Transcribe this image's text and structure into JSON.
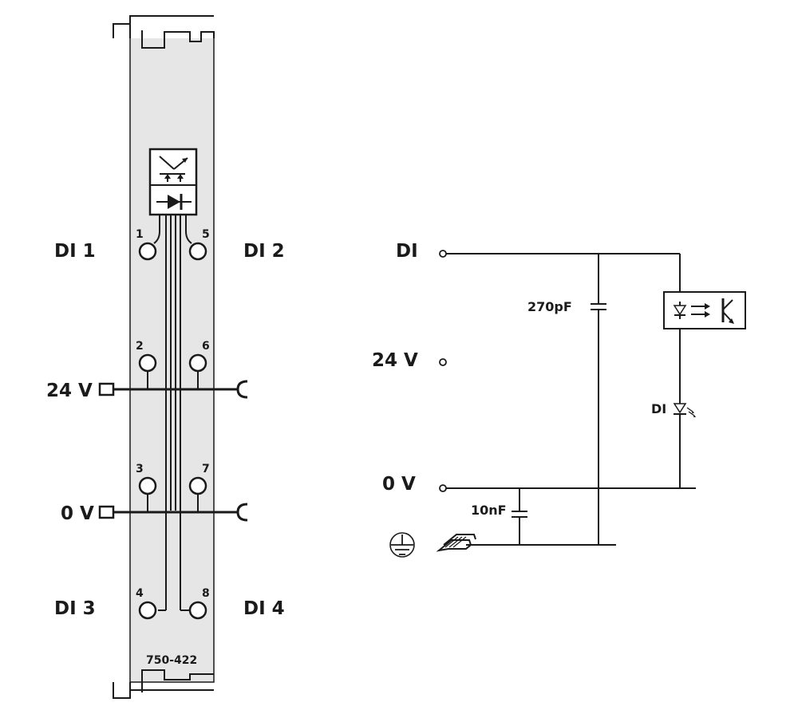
{
  "module": {
    "part_number": "750-422",
    "channels": {
      "di1": "DI 1",
      "di2": "DI 2",
      "di3": "DI 3",
      "di4": "DI 4"
    },
    "supply": {
      "v24": "24 V",
      "v0": "0 V"
    },
    "terminals": [
      "1",
      "2",
      "3",
      "4",
      "5",
      "6",
      "7",
      "8"
    ]
  },
  "schematic": {
    "input": "DI",
    "v24": "24 V",
    "v0": "0 V",
    "cap_input": "270pF",
    "cap_ground": "10nF",
    "led_label": "DI"
  }
}
